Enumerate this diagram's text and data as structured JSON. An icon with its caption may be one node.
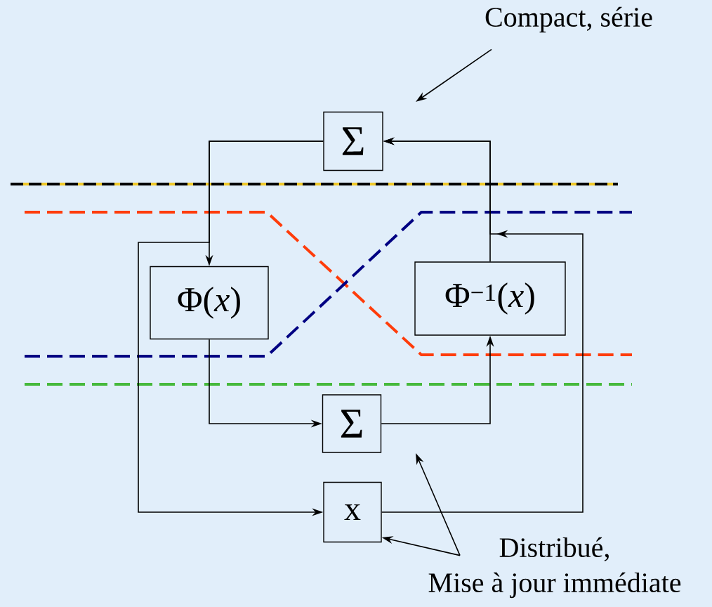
{
  "diagram": {
    "nodes": [
      {
        "text": [
          "Σ"
        ]
      },
      {
        "text": [
          "Φ(*x*)"
        ]
      },
      {
        "text": [
          "Φ$^{−1}$(*x*)"
        ]
      },
      {
        "text": [
          "Σ"
        ]
      },
      {
        "text": [
          "x"
        ]
      },
      {
        "text": [
          "Compact, série"
        ]
      },
      {
        "text": [
          "Distribué,",
          "Mise à jour immédiate"
        ]
      }
    ],
    "edges": [
      {
        "from": 0,
        "to": 1,
        "arrow": "to"
      },
      {
        "from": 2,
        "to": 0,
        "arrow": "to"
      },
      {
        "from": 1,
        "to": 3,
        "arrow": "to"
      },
      {
        "from": 3,
        "to": 2,
        "arrow": "to"
      },
      {
        "from": 0,
        "to": 4,
        "arrow": "to"
      },
      {
        "from": 4,
        "to": 0,
        "arrow": "to"
      },
      {
        "from": 5,
        "to": null,
        "arrow": "to"
      },
      {
        "from": 6,
        "to": 4,
        "arrow": "to"
      },
      {
        "from": 6,
        "to": null,
        "arrow": "to"
      }
    ]
  }
}
